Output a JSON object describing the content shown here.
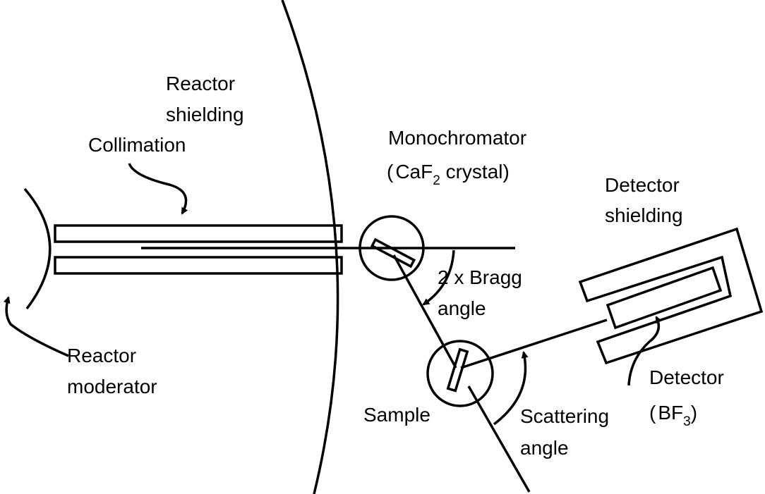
{
  "labels": {
    "reactor_shielding": [
      "Reactor",
      "shielding"
    ],
    "collimation": "Collimation",
    "monochromator": "Monochromator",
    "monochromator_detail": {
      "open": "(",
      "formula": "CaF",
      "subscript": "2",
      "rest": " crystal)"
    },
    "detector_shielding": [
      "Detector",
      "shielding"
    ],
    "bragg_angle": [
      "2 x Bragg",
      "angle"
    ],
    "reactor_moderator": [
      "Reactor",
      "moderator"
    ],
    "sample": "Sample",
    "scattering_angle": [
      "Scattering",
      "angle"
    ],
    "detector": "Detector",
    "detector_detail": {
      "open": "(",
      "formula": "BF",
      "subscript": "3",
      "close": ")"
    }
  },
  "colors": {
    "line": "#000000",
    "background": "#ffffff"
  }
}
